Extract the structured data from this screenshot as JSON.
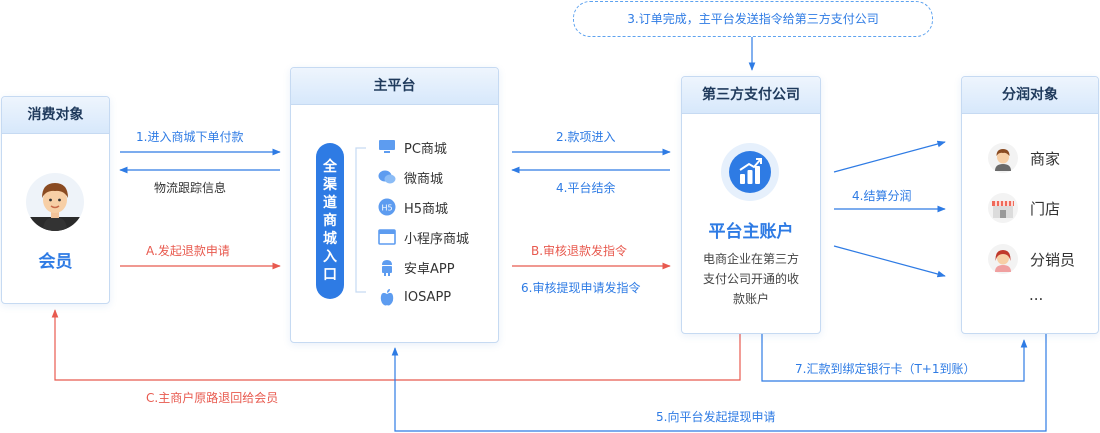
{
  "consumer": {
    "header": "消费对象",
    "member_label": "会员"
  },
  "platform": {
    "header": "主平台",
    "pill_chars": [
      "全",
      "渠",
      "道",
      "商",
      "城",
      "入",
      "口"
    ],
    "channels": [
      {
        "label": "PC商城",
        "icon": "pc-icon"
      },
      {
        "label": "微商城",
        "icon": "wechat-icon"
      },
      {
        "label": "H5商城",
        "icon": "h5-icon"
      },
      {
        "label": "小程序商城",
        "icon": "mini-program-icon"
      },
      {
        "label": "安卓APP",
        "icon": "android-icon"
      },
      {
        "label": "IOSAPP",
        "icon": "apple-icon"
      }
    ]
  },
  "payment": {
    "header": "第三方支付公司",
    "account_title": "平台主账户",
    "account_desc": [
      "电商企业在第三方",
      "支付公司开通的收",
      "款账户"
    ]
  },
  "targets": {
    "header": "分润对象",
    "items": [
      {
        "label": "商家",
        "icon": "merchant-avatar-icon"
      },
      {
        "label": "门店",
        "icon": "store-icon"
      },
      {
        "label": "分销员",
        "icon": "distributor-avatar-icon"
      }
    ],
    "more": "..."
  },
  "flows": {
    "step1": "1.进入商城下单付款",
    "logistics": "物流跟踪信息",
    "stepA": "A.发起退款申请",
    "step2": "2.款项进入",
    "step4": "4.平台结余",
    "stepB": "B.审核退款发指令",
    "step6": "6.审核提现申请发指令",
    "step3": "3.订单完成，主平台发送指令给第三方支付公司",
    "step4b": "4.结算分润",
    "step7": "7.汇款到绑定银行卡（T+1到账）",
    "stepC": "C.主商户原路退回给会员",
    "step5": "5.向平台发起提现申请"
  },
  "colors": {
    "blue": "#2e7be4",
    "red": "#e85a4f",
    "header_bg": "#dbe9fb"
  }
}
